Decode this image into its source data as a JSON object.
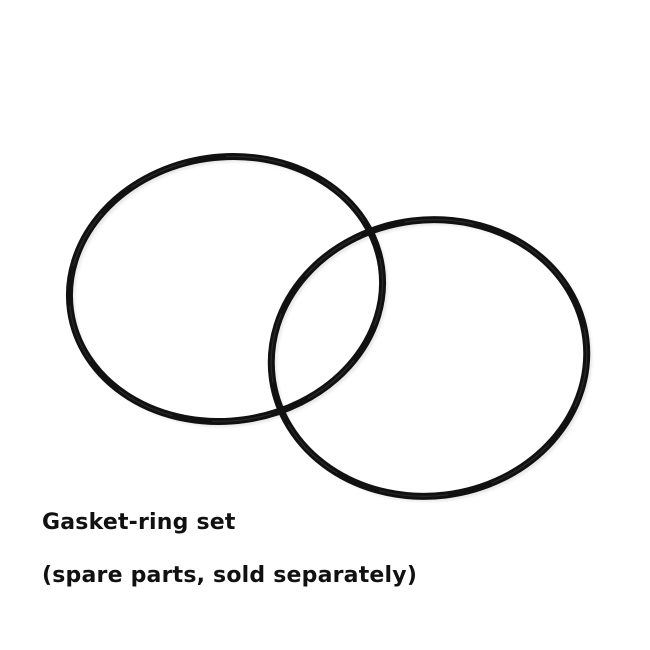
{
  "photo": {
    "subject": "gasket rings",
    "ring_color": "#111111",
    "background_color": "#ffffff"
  },
  "caption": {
    "title": "Gasket-ring set",
    "subtitle": "(spare parts, sold separately)"
  }
}
